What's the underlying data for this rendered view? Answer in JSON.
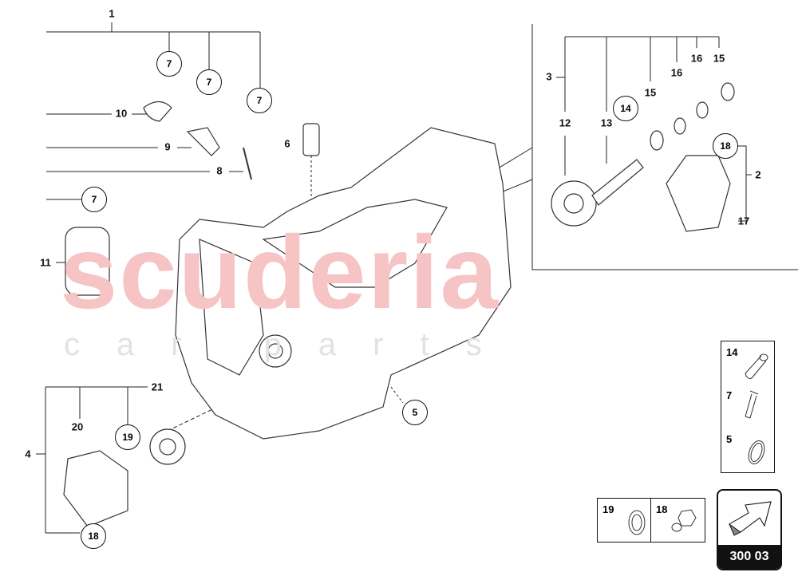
{
  "watermark": {
    "brand": "scuderia",
    "sub": "car parts"
  },
  "labels": [
    "1",
    "10",
    "9",
    "8",
    "6",
    "11",
    "3",
    "12",
    "13",
    "15",
    "16",
    "16",
    "15",
    "2",
    "17",
    "4",
    "20",
    "21"
  ],
  "callouts": [
    "7",
    "7",
    "7",
    "7",
    "14",
    "18",
    "19",
    "18",
    "5"
  ],
  "legend_boxes": [
    {
      "num": "14",
      "part": "sleeve"
    },
    {
      "num": "7",
      "part": "pin"
    },
    {
      "num": "5",
      "part": "seal-ring"
    },
    {
      "num": "19",
      "part": "washer"
    },
    {
      "num": "18",
      "part": "bolt"
    }
  ],
  "catalog": {
    "code": "300 03",
    "icon": "arrow-icon"
  }
}
